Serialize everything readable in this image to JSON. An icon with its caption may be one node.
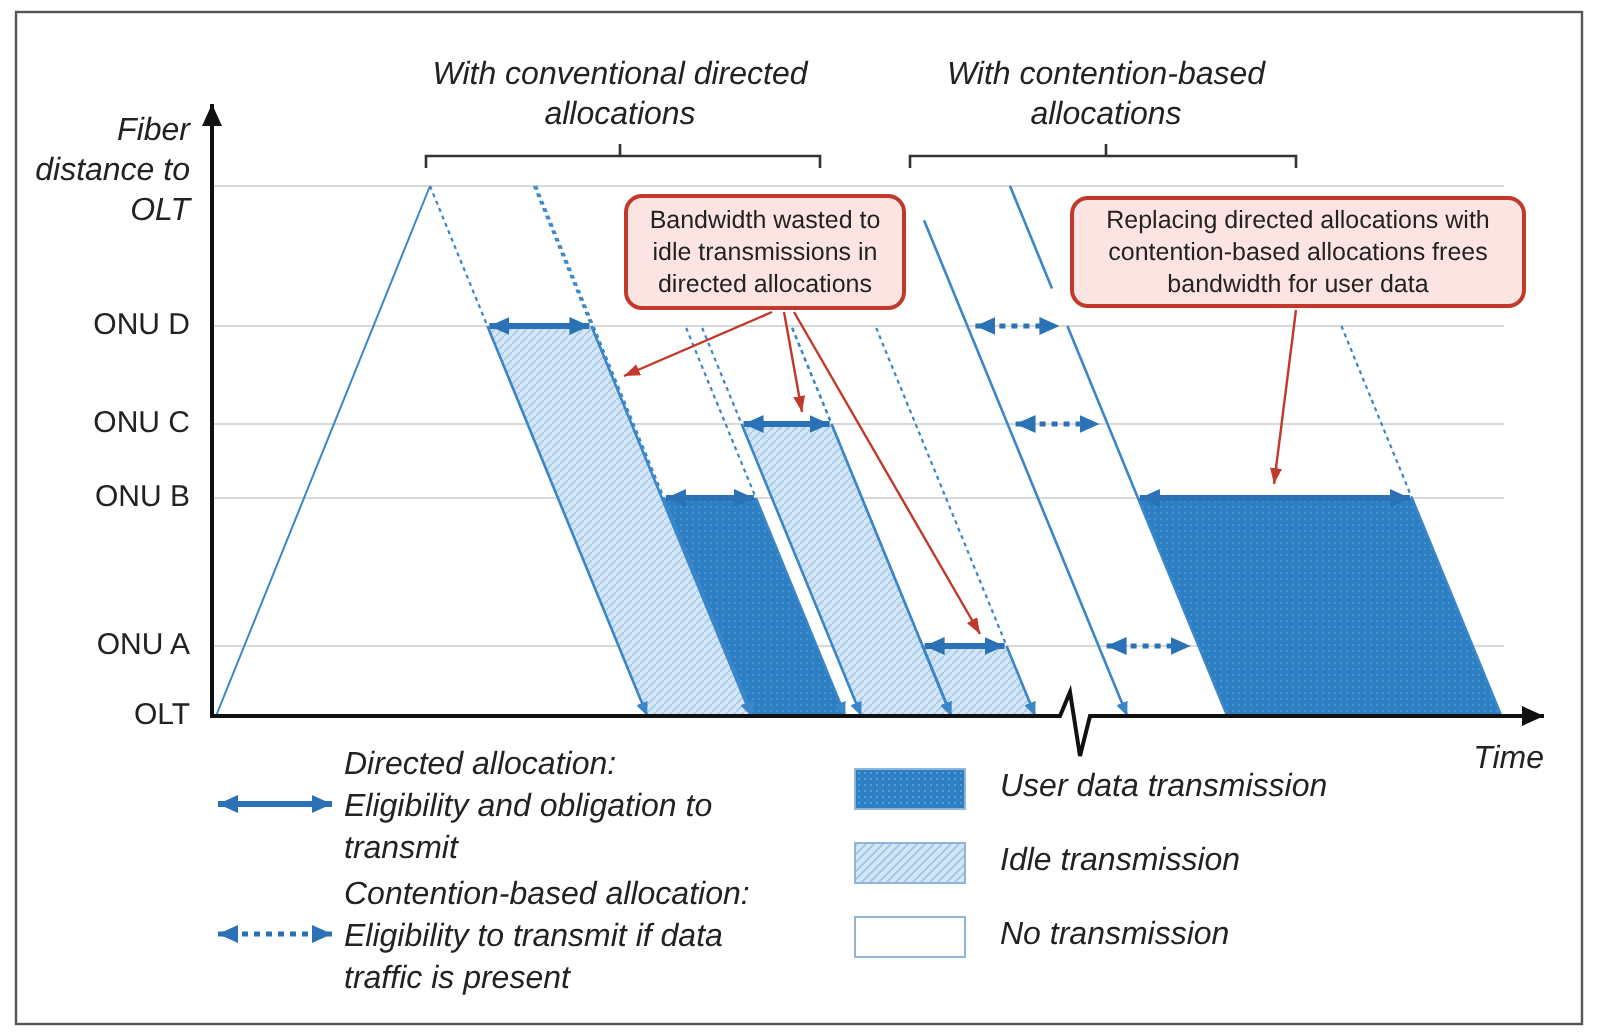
{
  "diagram": {
    "nodes": [
      {
        "text": [
          "Bandwidth wasted to idle transmissions in directed allocations"
        ]
      },
      {
        "text": [
          "Replacing directed allocations with contention-based allocations frees bandwidth for user data"
        ]
      }
    ],
    "edges": [
      {
        "from": 0,
        "to": null,
        "arrow": "to"
      },
      {
        "from": 0,
        "to": null,
        "arrow": "to"
      },
      {
        "from": 0,
        "to": null,
        "arrow": "to"
      },
      {
        "from": 1,
        "to": null,
        "arrow": "to"
      }
    ],
    "labels": [
      "With conventional directed allocations",
      "With contention-based allocations",
      "Fiber distance to OLT",
      "ONU D",
      "ONU C",
      "ONU B",
      "ONU A",
      "OLT",
      "Time"
    ],
    "legend": [
      {
        "text": "Directed allocation: Eligibility and obligation to transmit"
      },
      {
        "text": "Contention-based allocation: Eligibility to transmit if data traffic is present"
      },
      {
        "text": "User data transmission",
        "color": "#2d7fc3"
      },
      {
        "text": "Idle transmission",
        "color": "#d3e6f5"
      },
      {
        "text": "No transmission",
        "color": "#ffffff"
      }
    ]
  }
}
